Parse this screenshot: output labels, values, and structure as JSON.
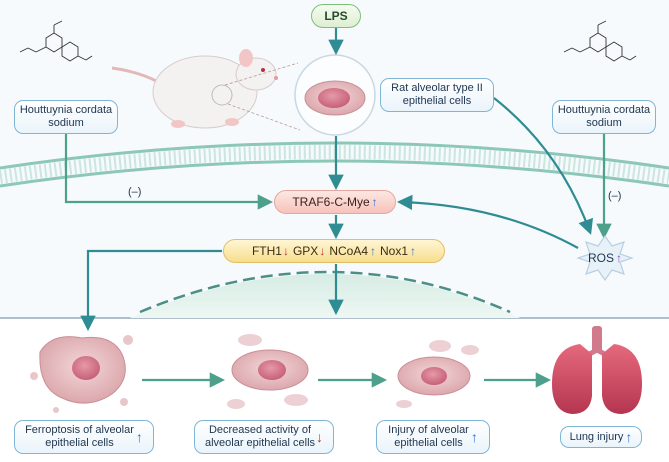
{
  "lps": "LPS",
  "hcs_left": [
    "Houttuynia cordata",
    "sodium"
  ],
  "hcs_right": [
    "Houttuynia cordata",
    "sodium"
  ],
  "rat_cells": [
    "Rat alveolar type II",
    "epithelial cells"
  ],
  "inhibit_left": "(–)",
  "inhibit_right": "(–)",
  "traf": "TRAF6-C-Mye",
  "markers": [
    {
      "name": "FTH1",
      "dir": "↓"
    },
    {
      "name": "GPX",
      "dir": "↓"
    },
    {
      "name": "NCoA4",
      "dir": "↑"
    },
    {
      "name": "Nox1",
      "dir": "↑"
    }
  ],
  "ros": "ROS",
  "up_arrow": "↑",
  "down_arrow": "↓",
  "outcomes": {
    "ferroptosis": [
      "Ferroptosis of alveolar",
      "epithelial cells"
    ],
    "decreased": [
      "Decreased activity of",
      "alveolar epithelial cells"
    ],
    "injury_cells": [
      "Injury of alveolar",
      "epithelial cells"
    ],
    "lung": "Lung injury"
  },
  "colors": {
    "arrow": "#2e8c92",
    "membrane": "#8cc7b7",
    "traf_fill": "#f6c3bb",
    "marker_fill": "#f7dd8d",
    "box_border": "#7fb6d6",
    "cell_fill": "#d99aa0",
    "lung": "#c9485f"
  }
}
